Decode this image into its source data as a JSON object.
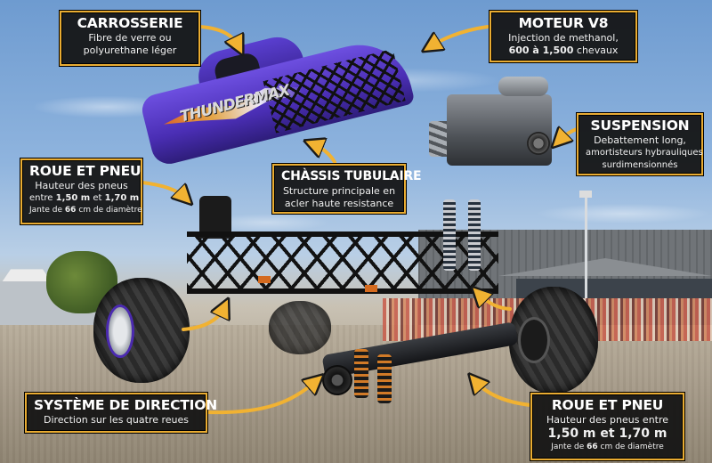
{
  "diagram": {
    "subject": "Monster truck exploded view",
    "truck_logo": "THUNDERMAX",
    "accent_color": "#e9ac32",
    "box_color": "#141414",
    "text_color": "#ffffff",
    "callouts": {
      "carrosserie": {
        "title": "CARROSSERIE",
        "line1": "Fibre de verre ou",
        "line2": "polyurethane léger"
      },
      "moteur": {
        "title": "MOTEUR V8",
        "line1": "Injection de methanol,",
        "line2_bold": "600 à 1,500",
        "line2_rest": " chevaux"
      },
      "suspension": {
        "title": "SUSPENSION",
        "line1": "Debattement long,",
        "line2": "amortisteurs hybrauliques",
        "line3": "surdimensionnés"
      },
      "roue_top": {
        "title": "ROUE ET PNEU",
        "line1": "Hauteur des pneus",
        "line2_pre": "entre ",
        "line2_bold1": "1,50 m",
        "line2_mid": " et ",
        "line2_bold2": "1,70 m",
        "line3_pre": "Jante de ",
        "line3_bold": "66",
        "line3_post": " cm de diamètre"
      },
      "chassis": {
        "title": "CHÀSSIS TUBULAIRE",
        "line1": "Structure principale en",
        "line2": "acler haute resistance"
      },
      "direction": {
        "title": "SYSTÈME DE DIRECTION",
        "line1": "Direction sur les quatre reues"
      },
      "roue_bottom": {
        "title": "ROUE ET PNEU",
        "line1": "Hauteur des pneus entre",
        "line2": "1,50 m et 1,70 m",
        "line3_pre": "Jante de ",
        "line3_bold": "66",
        "line3_post": " cm de diamètre"
      }
    }
  }
}
